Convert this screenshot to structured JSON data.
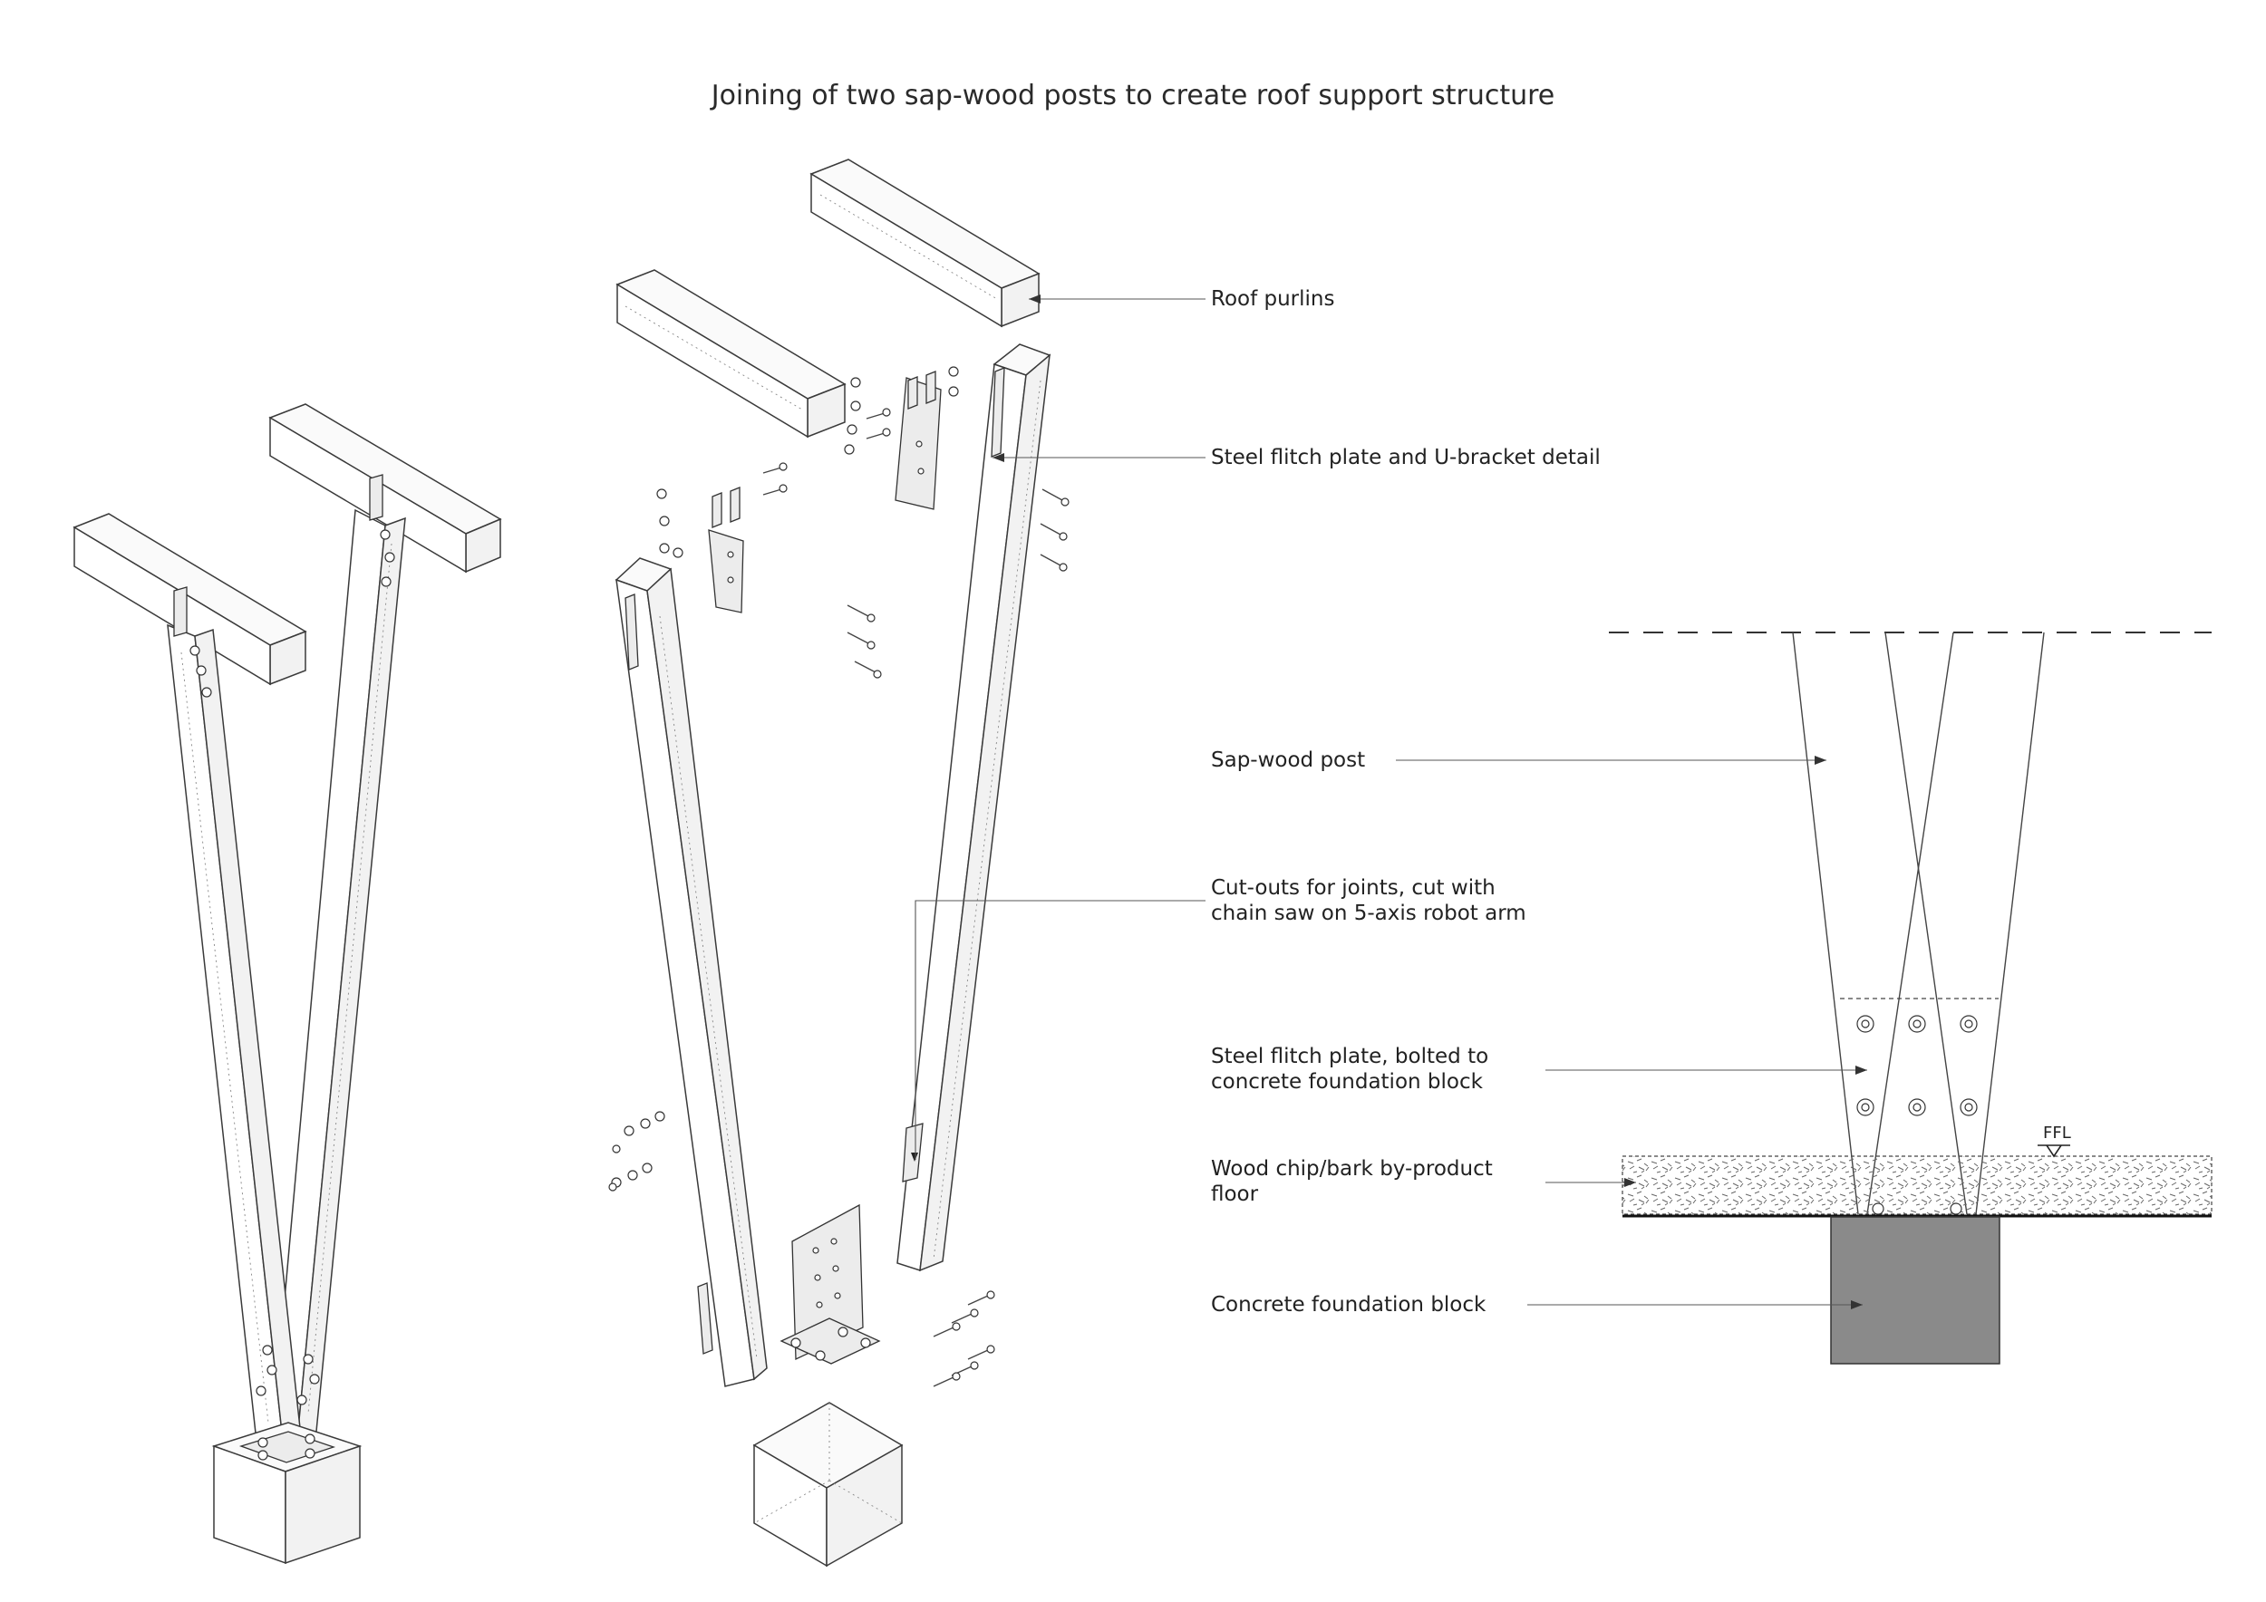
{
  "title": "Joining of two sap-wood posts to create roof support structure",
  "labels": {
    "roof_purlins": "Roof purlins",
    "flitch_bracket": "Steel flitch plate and U-bracket detail",
    "sapwood_post": "Sap-wood post",
    "cutouts_line1": "Cut-outs for joints, cut with",
    "cutouts_line2": "chain saw on 5-axis robot arm",
    "flitch_bolted_line1": "Steel flitch plate, bolted to",
    "flitch_bolted_line2": "concrete foundation block",
    "woodchip_line1": "Wood chip/bark by-product",
    "woodchip_line2": "floor",
    "concrete_block": "Concrete foundation block",
    "ffl": "FFL"
  },
  "colors": {
    "line": "#3a3a3a",
    "concrete": "#8a8a8a",
    "plate": "#ececec",
    "background": "#ffffff"
  }
}
